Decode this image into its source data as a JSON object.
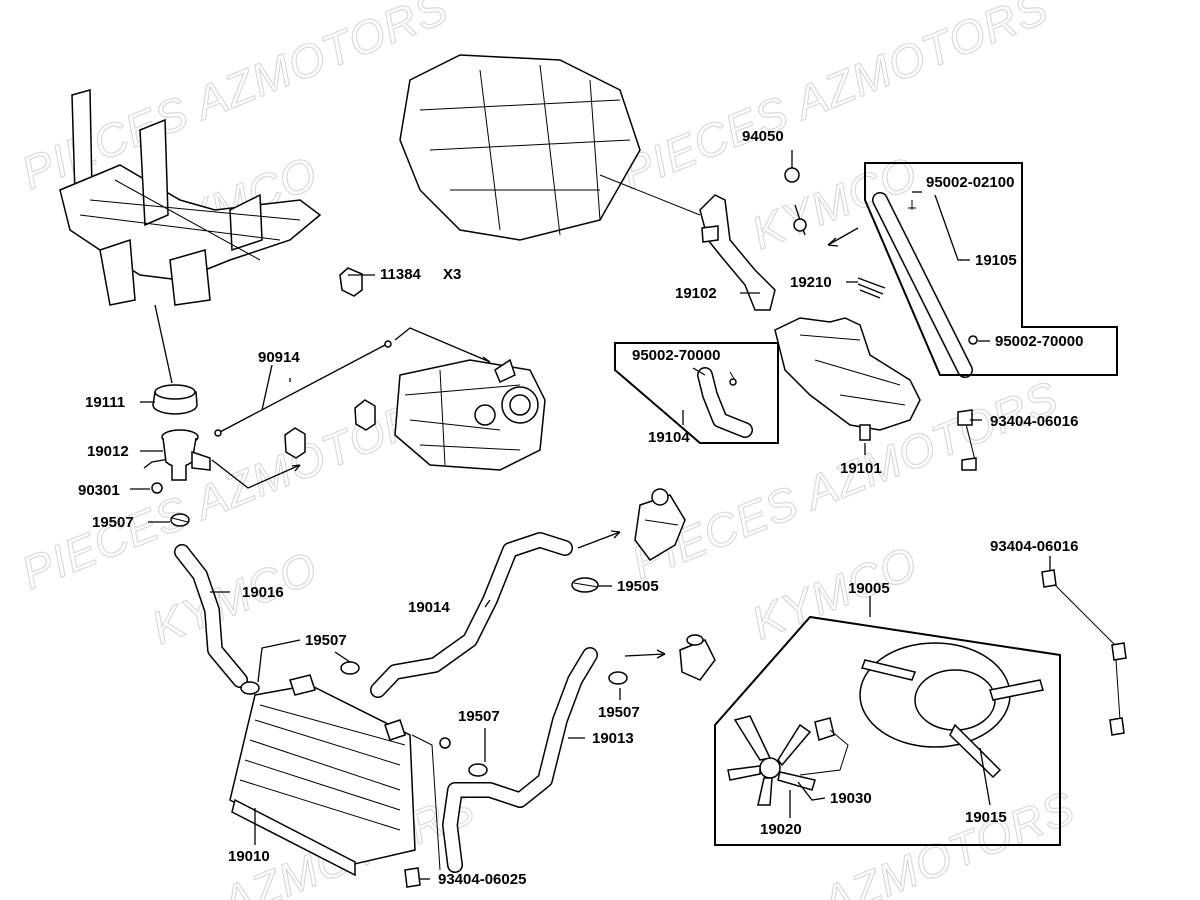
{
  "watermarks": [
    {
      "text": "PIECES AZMOTORS"
    },
    {
      "text": "KYMCO"
    },
    {
      "text": "PIECES AZMOTORS"
    },
    {
      "text": "KYMCO"
    },
    {
      "text": "PIECES AZMOTORS"
    },
    {
      "text": "KYMCO"
    },
    {
      "text": "PIECES AZMOTORS"
    },
    {
      "text": "KYMCO"
    },
    {
      "text": "AZMOTORS"
    },
    {
      "text": "AZMOTORS"
    }
  ],
  "labels": {
    "p94050": "94050",
    "p95002_02100": "95002-02100",
    "p19105": "19105",
    "p11384": "11384",
    "x3": "X3",
    "p19210": "19210",
    "p19102": "19102",
    "p95002_70000_a": "95002-70000",
    "p95002_70000_b": "95002-70000",
    "p90914": "90914",
    "p19111": "19111",
    "p93404_06016_a": "93404-06016",
    "p19012": "19012",
    "p19104": "19104",
    "p19101": "19101",
    "p90301": "90301",
    "p19507_a": "19507",
    "p93404_06016_b": "93404-06016",
    "p19505": "19505",
    "p19005": "19005",
    "p19016": "19016",
    "p19014": "19014",
    "p19507_b": "19507",
    "p19507_c": "19507",
    "p19507_d": "19507",
    "p19013": "19013",
    "p19030": "19030",
    "p19020": "19020",
    "p19015": "19015",
    "p19010": "19010",
    "p93404_06025": "93404-06025"
  }
}
